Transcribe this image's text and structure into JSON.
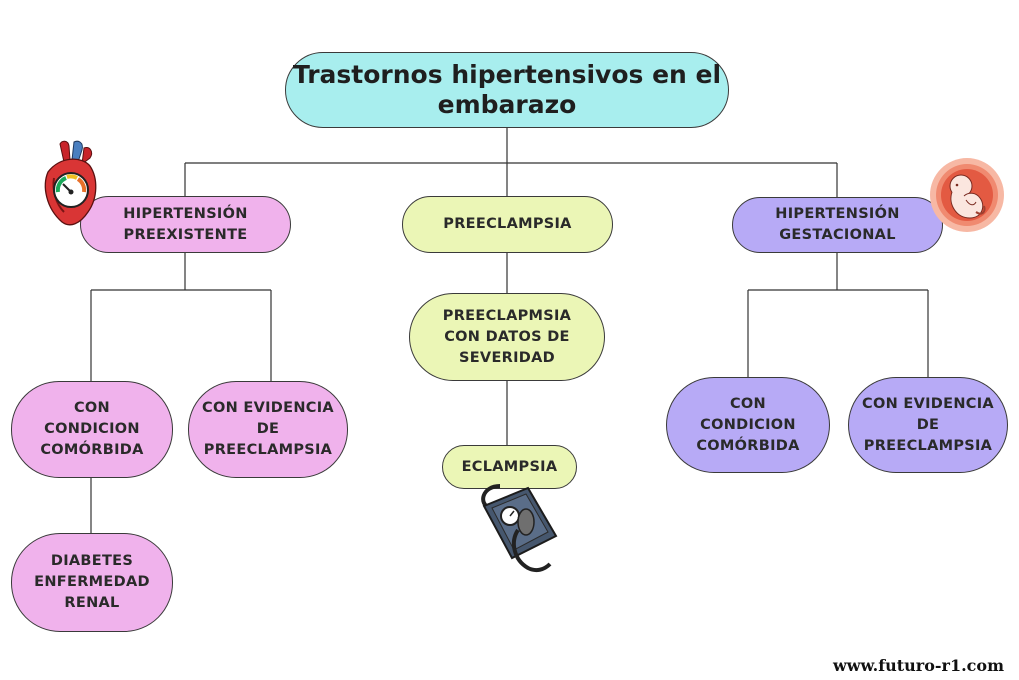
{
  "title": "Trastornos hipertensivos en el\nembarazo",
  "nodes": {
    "hipertension_preexistente": "HIPERTENSIÓN\nPREEXISTENTE",
    "preeclampsia": "PREECLAMPSIA",
    "hipertension_gestacional": "HIPERTENSIÓN\nGESTACIONAL",
    "pre_condicion_comorbida": "CON\nCONDICION\nCOMÓRBIDA",
    "pre_evidencia_preeclampsia": "CON EVIDENCIA\nDE\nPREECLAMPSIA",
    "diabetes_enfermedad_renal": "DIABETES\nENFERMEDAD\nRENAL",
    "preeclampsia_severidad": "PREECLAPMSIA\nCON DATOS DE\nSEVERIDAD",
    "eclampsia": "ECLAMPSIA",
    "gest_condicion_comorbida": "CON\nCONDICION\nCOMÓRBIDA",
    "gest_evidencia_preeclampsia": "CON EVIDENCIA\nDE\nPREECLAMPSIA"
  },
  "watermark": "www.futuro-r1.com",
  "colors": {
    "root": "#a8eeee",
    "preexistente": "#f0b2ec",
    "preeclampsia": "#ebf6b6",
    "gestacional": "#b7aaf6",
    "lines": "#333333"
  },
  "icons": [
    "heart-gauge-icon",
    "blood-pressure-cuff-icon",
    "fetus-icon"
  ]
}
